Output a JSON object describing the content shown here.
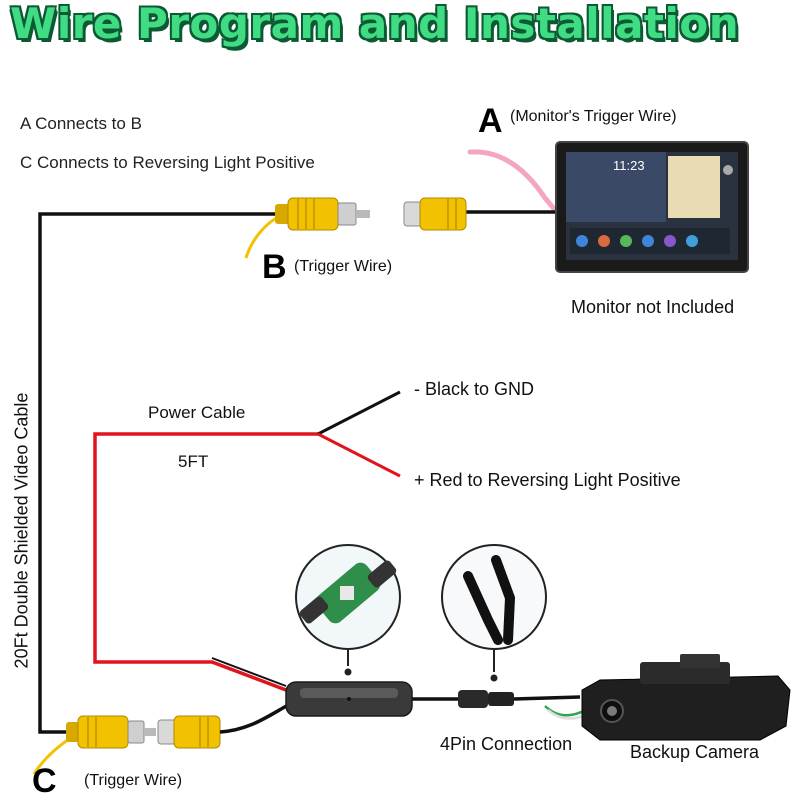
{
  "title": "Wire Program and Installation",
  "notes": {
    "line1": "A Connects to B",
    "line2": "C Connects to Reversing Light Positive"
  },
  "labels": {
    "a_letter": "A",
    "a_text": "(Monitor's Trigger Wire)",
    "b_letter": "B",
    "b_text": "(Trigger Wire)",
    "c_letter": "C",
    "c_text": "(Trigger Wire)",
    "monitor": "Monitor not Included",
    "video_cable": "20Ft Double Shielded Video Cable",
    "power_cable": "Power Cable",
    "power_length": "5FT",
    "black_gnd": "- Black to GND",
    "red_positive": "+ Red to Reversing Light Positive",
    "four_pin": "4Pin Connection",
    "camera": "Backup Camera"
  },
  "monitor_screen": {
    "clock": "11:23"
  },
  "colors": {
    "title_fill": "#3fdc83",
    "title_outline": "#0c5a33",
    "rca_yellow": "#f2c200",
    "wire_red": "#e0141e",
    "wire_black": "#111111",
    "trigger_pink": "#f4a6c0"
  }
}
